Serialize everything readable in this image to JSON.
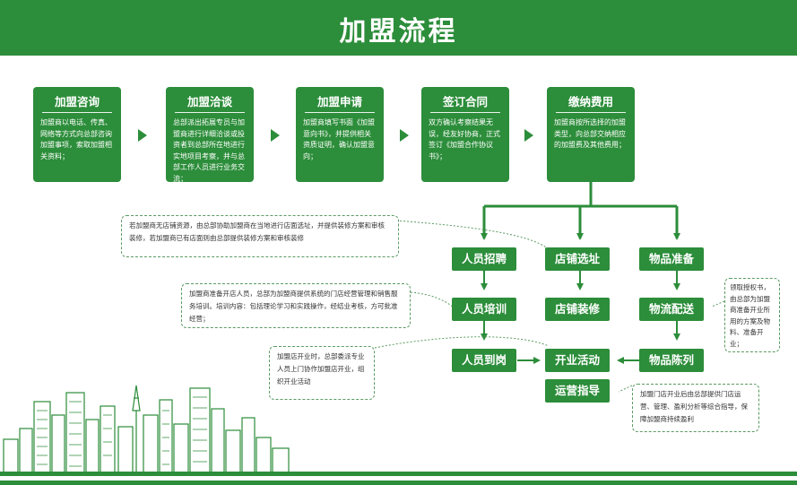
{
  "header": {
    "title": "加盟流程"
  },
  "steps": [
    {
      "title": "加盟咨询",
      "desc": "加盟商以电话、传真、网络等方式向总部咨询加盟事项，索取加盟相关资料；"
    },
    {
      "title": "加盟洽谈",
      "desc": "总部派出拓展专员与加盟商进行详细洽谈或投资者到总部所在地进行实地项目考察，并与总部工作人员进行业务交流；"
    },
    {
      "title": "加盟申请",
      "desc": "加盟商填写书面《加盟意向书》，并提供相关资质证明，确认加盟意向；"
    },
    {
      "title": "签订合同",
      "desc": "双方确认考察结果无误，经友好协商，正式签订《加盟合作协议书》；"
    },
    {
      "title": "缴纳费用",
      "desc": "加盟商按所选择的加盟类型，向总部交纳相应的加盟费及其他费用；"
    }
  ],
  "nodes": {
    "recruit": "人员招聘",
    "site": "店铺选址",
    "goods": "物品准备",
    "training": "人员培训",
    "decor": "店铺装修",
    "logistics": "物流配送",
    "onboard": "人员到岗",
    "opening": "开业活动",
    "display": "物品陈列",
    "guidance": "运营指导"
  },
  "notes": {
    "site": "若加盟商无店铺资源，由总部协助加盟商在当地进行店面选址，并提供装修方案和审核装修，若加盟商已有店面则由总部提供装修方案和审核装修",
    "training": "加盟商准备开店人员，总部为加盟商提供系统的门店经营管理和销售服务培训。培训内容：包括理论学习和实践操作，经结业考核，方可批准经营；",
    "opening": "加盟店开业时，总部委派专业人员上门协作加盟店开业，组织开业活动",
    "logistics": "领取授权书，由总部为加盟商准备开业所用的方案及物料、准备开业；",
    "guidance": "加盟门店开业后由总部提供门店运营、管理、盈利分析等综合指导，保障加盟商持续盈利"
  },
  "colors": {
    "brand": "#2c8d3a"
  }
}
